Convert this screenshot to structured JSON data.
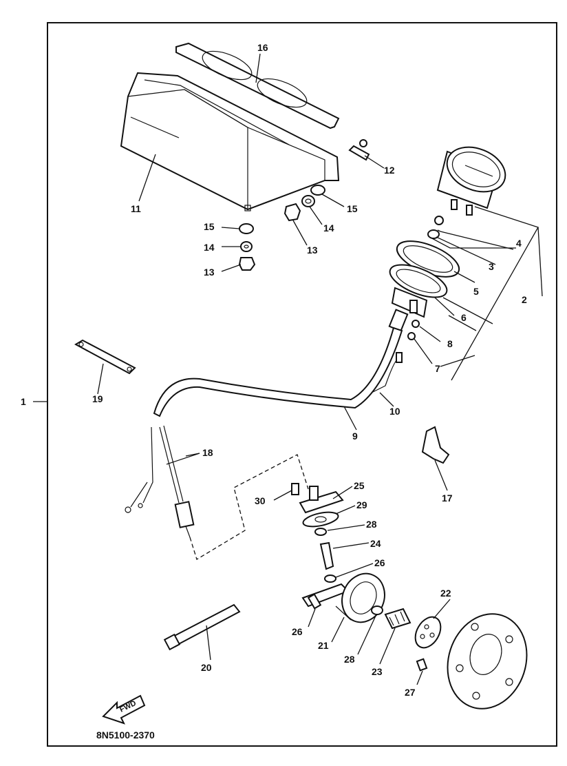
{
  "diagram_code": "8N5100-2370",
  "forward_arrow_text": "FWD",
  "labels": {
    "p1": "1",
    "p2": "2",
    "p3": "3",
    "p4": "4",
    "p5": "5",
    "p6": "6",
    "p7": "7",
    "p8": "8",
    "p9": "9",
    "p10": "10",
    "p11": "11",
    "p12": "12",
    "p13a": "13",
    "p13b": "13",
    "p14a": "14",
    "p14b": "14",
    "p15a": "15",
    "p15b": "15",
    "p16": "16",
    "p17": "17",
    "p18": "18",
    "p19": "19",
    "p20": "20",
    "p21": "21",
    "p22": "22",
    "p23": "23",
    "p24": "24",
    "p25": "25",
    "p26a": "26",
    "p26b": "26",
    "p27": "27",
    "p28a": "28",
    "p28b": "28",
    "p29": "29",
    "p30": "30"
  }
}
